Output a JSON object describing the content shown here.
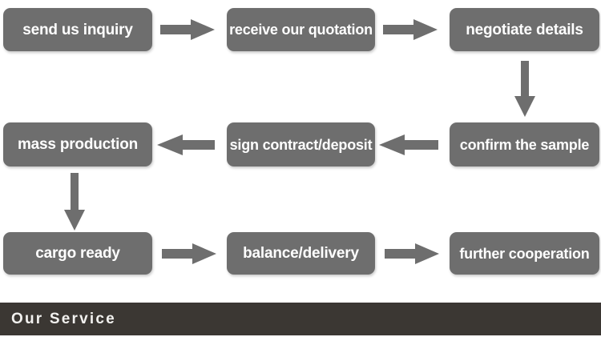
{
  "colors": {
    "node_fill": "#6e6e6e",
    "node_text": "#ffffff",
    "arrow_fill": "#6e6e6e",
    "banner_fill": "#3b3733",
    "banner_text": "#f2f1ef",
    "background": "#ffffff"
  },
  "diagram": {
    "title": "Service process flowchart",
    "nodes": [
      {
        "id": "send-us-inquiry",
        "label": "send us inquiry",
        "row": 1,
        "col": 1
      },
      {
        "id": "receive-our-quotation",
        "label": "receive our quotation",
        "row": 1,
        "col": 2
      },
      {
        "id": "negotiate-details",
        "label": "negotiate details",
        "row": 1,
        "col": 3
      },
      {
        "id": "mass-production",
        "label": "mass production",
        "row": 2,
        "col": 1
      },
      {
        "id": "sign-contract-deposit",
        "label": "sign contract/deposit",
        "row": 2,
        "col": 2
      },
      {
        "id": "confirm-the-sample",
        "label": "confirm the sample",
        "row": 2,
        "col": 3
      },
      {
        "id": "cargo-ready",
        "label": "cargo ready",
        "row": 3,
        "col": 1
      },
      {
        "id": "balance-delivery",
        "label": "balance/delivery",
        "row": 3,
        "col": 2
      },
      {
        "id": "further-cooperation",
        "label": "further cooperation",
        "row": 3,
        "col": 3
      }
    ],
    "connectors": [
      {
        "id": "arrow-inquiry-to-quotation",
        "from": "send us inquiry",
        "to": "receive our quotation",
        "direction": "right"
      },
      {
        "id": "arrow-quotation-to-negotiate",
        "from": "receive our quotation",
        "to": "negotiate details",
        "direction": "right"
      },
      {
        "id": "arrow-negotiate-to-confirm",
        "from": "negotiate details",
        "to": "confirm the sample",
        "direction": "down"
      },
      {
        "id": "arrow-confirm-to-sign",
        "from": "confirm the sample",
        "to": "sign contract/deposit",
        "direction": "left"
      },
      {
        "id": "arrow-sign-to-mass",
        "from": "sign contract/deposit",
        "to": "mass production",
        "direction": "left"
      },
      {
        "id": "arrow-mass-to-cargo",
        "from": "mass production",
        "to": "cargo ready",
        "direction": "down"
      },
      {
        "id": "arrow-cargo-to-balance",
        "from": "cargo ready",
        "to": "balance/delivery",
        "direction": "right"
      },
      {
        "id": "arrow-balance-to-further",
        "from": "balance/delivery",
        "to": "further cooperation",
        "direction": "right"
      }
    ]
  },
  "footer": {
    "label": "Our Service"
  }
}
